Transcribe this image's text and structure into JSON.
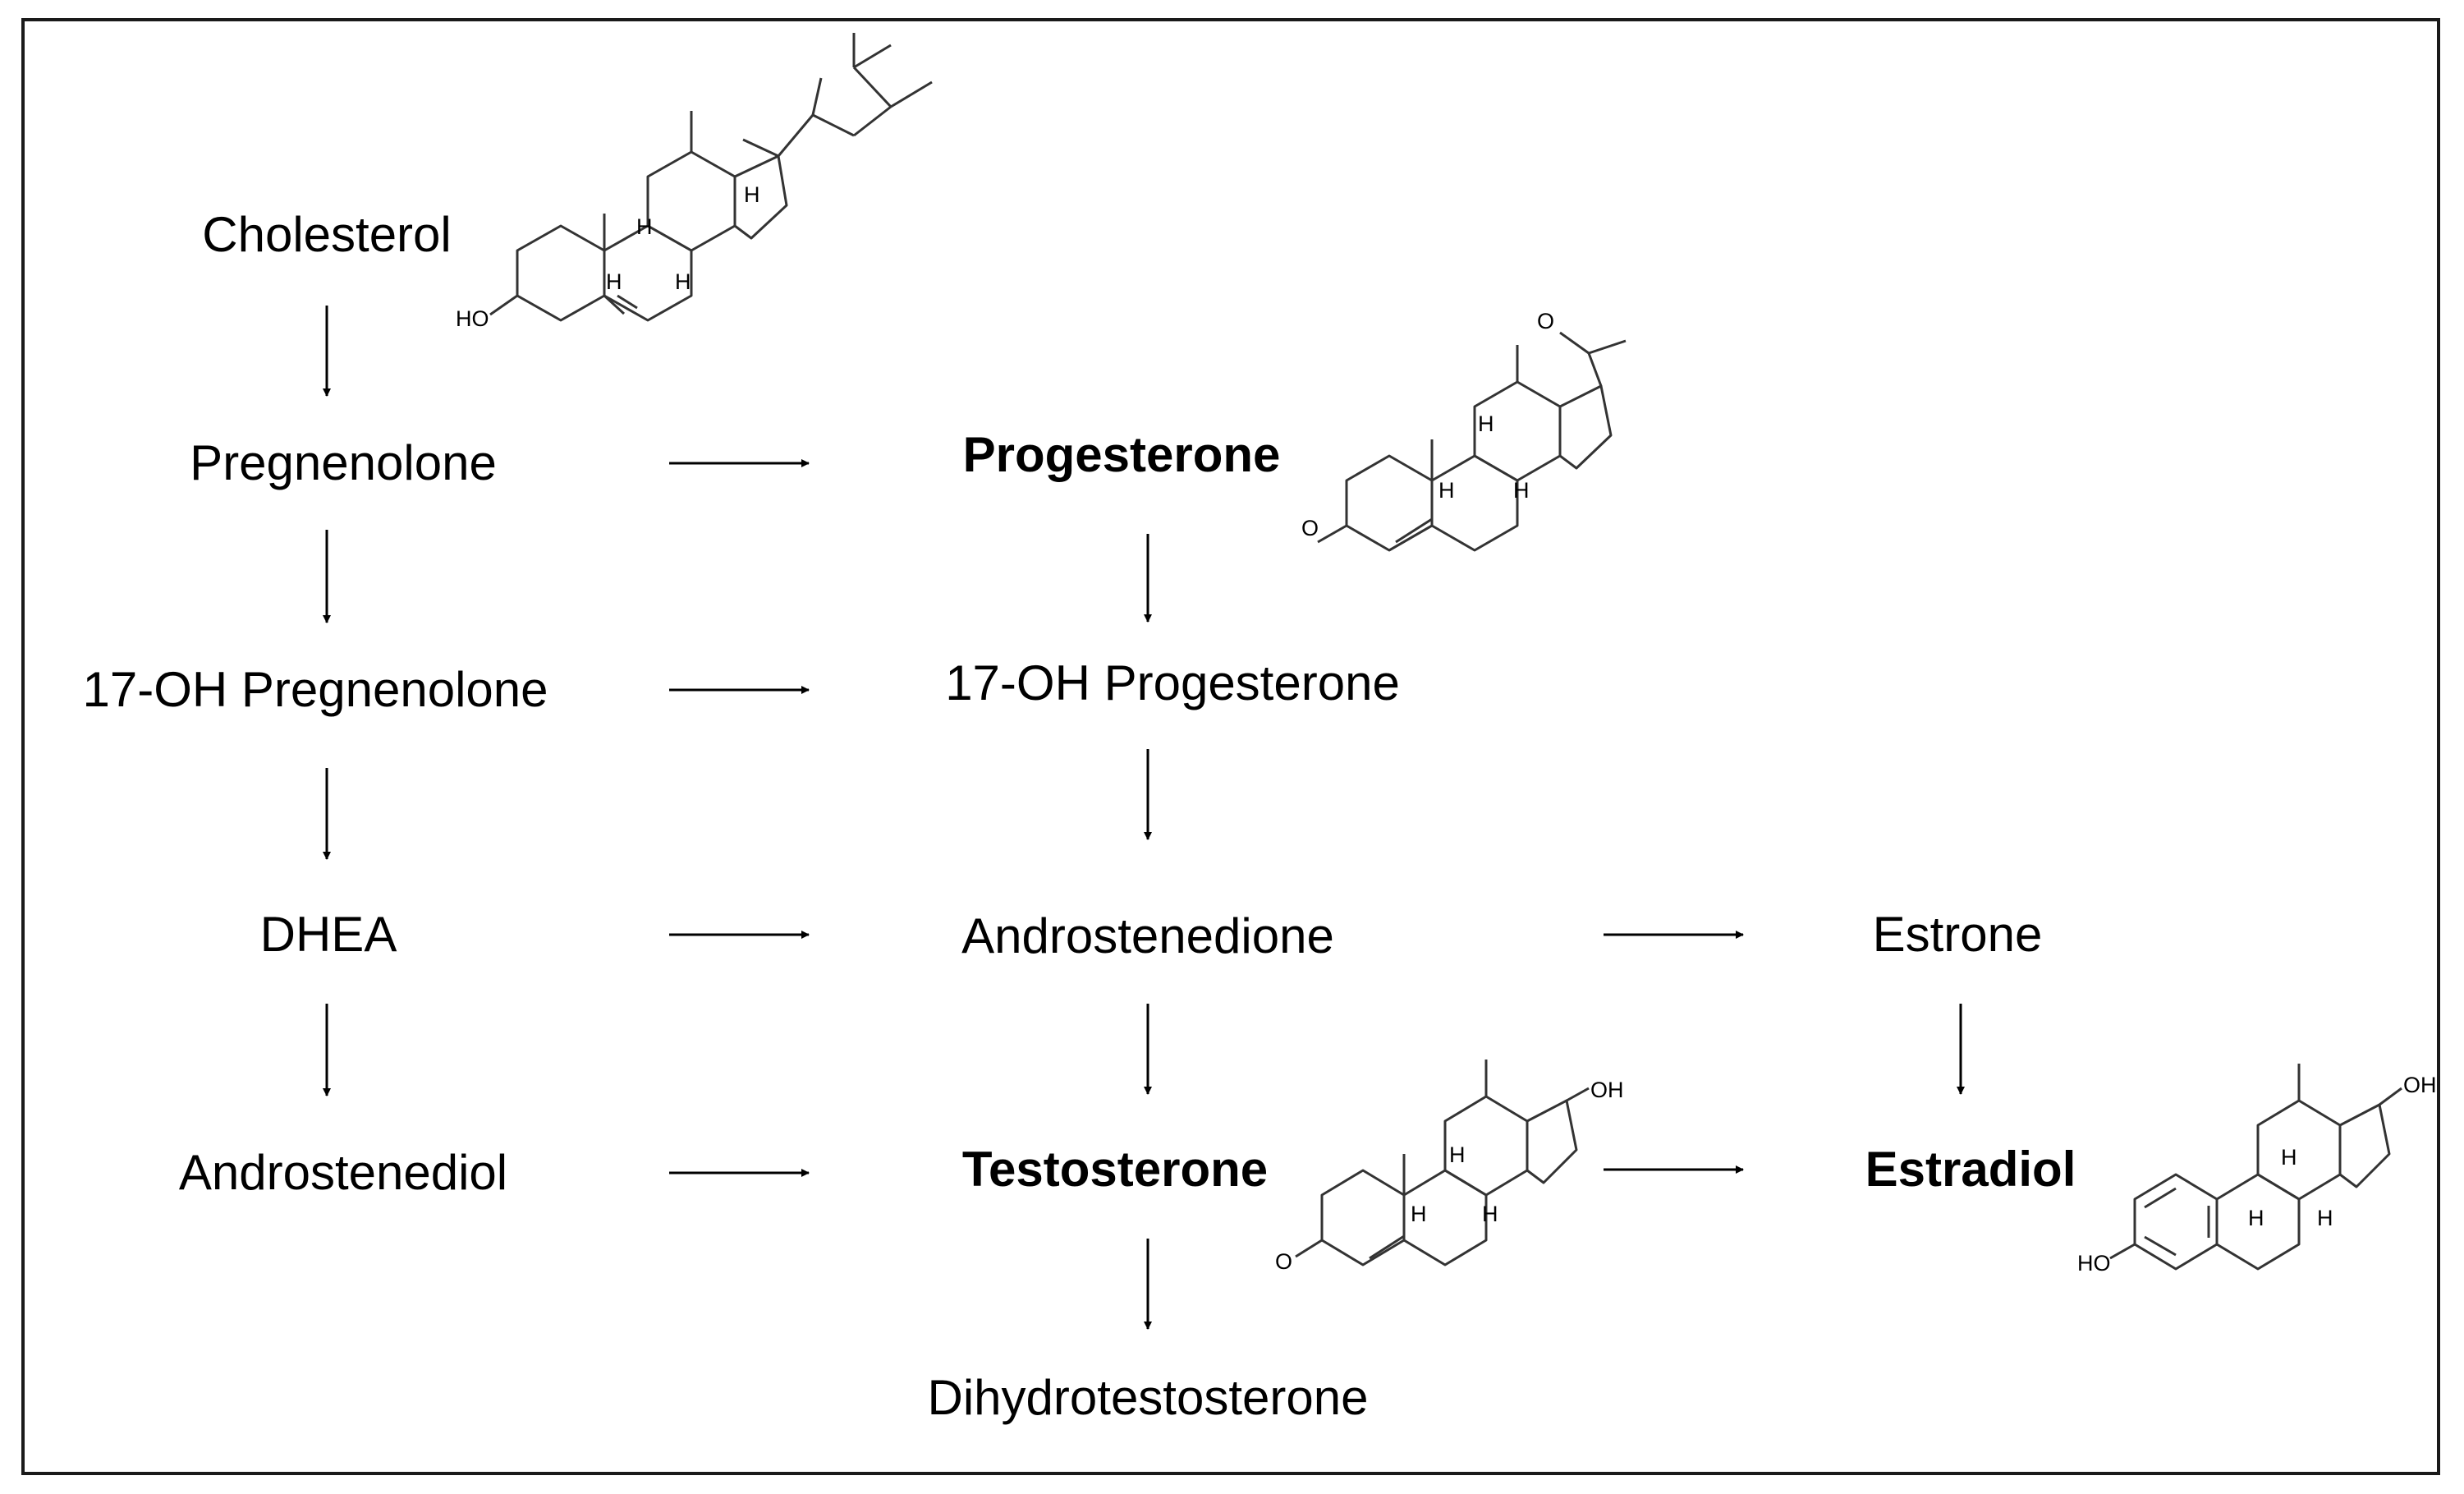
{
  "diagram": {
    "nodes": {
      "cholesterol": "Cholesterol",
      "pregnenolone": "Pregnenolone",
      "oh17_pregnenolone": "17-OH Pregnenolone",
      "dhea": "DHEA",
      "androstenediol": "Androstenediol",
      "progesterone": "Progesterone",
      "oh17_progesterone": "17-OH Progesterone",
      "androstenedione": "Androstenedione",
      "testosterone": "Testosterone",
      "dihydrotestosterone": "Dihydrotestosterone",
      "estrone": "Estrone",
      "estradiol": "Estradiol"
    },
    "bold_nodes": [
      "progesterone",
      "testosterone",
      "estradiol"
    ],
    "edges": [
      {
        "from": "cholesterol",
        "to": "pregnenolone"
      },
      {
        "from": "pregnenolone",
        "to": "oh17_pregnenolone"
      },
      {
        "from": "oh17_pregnenolone",
        "to": "dhea"
      },
      {
        "from": "dhea",
        "to": "androstenediol"
      },
      {
        "from": "pregnenolone",
        "to": "progesterone"
      },
      {
        "from": "oh17_pregnenolone",
        "to": "oh17_progesterone"
      },
      {
        "from": "dhea",
        "to": "androstenedione"
      },
      {
        "from": "androstenediol",
        "to": "testosterone"
      },
      {
        "from": "progesterone",
        "to": "oh17_progesterone"
      },
      {
        "from": "oh17_progesterone",
        "to": "androstenedione"
      },
      {
        "from": "androstenedione",
        "to": "testosterone"
      },
      {
        "from": "testosterone",
        "to": "dihydrotestosterone"
      },
      {
        "from": "androstenedione",
        "to": "estrone"
      },
      {
        "from": "testosterone",
        "to": "estradiol"
      },
      {
        "from": "estrone",
        "to": "estradiol"
      }
    ],
    "structure_atoms": {
      "hydroxyl": "HO",
      "hydroxyl_right": "OH",
      "oxygen": "O",
      "hydrogen": "H"
    }
  }
}
